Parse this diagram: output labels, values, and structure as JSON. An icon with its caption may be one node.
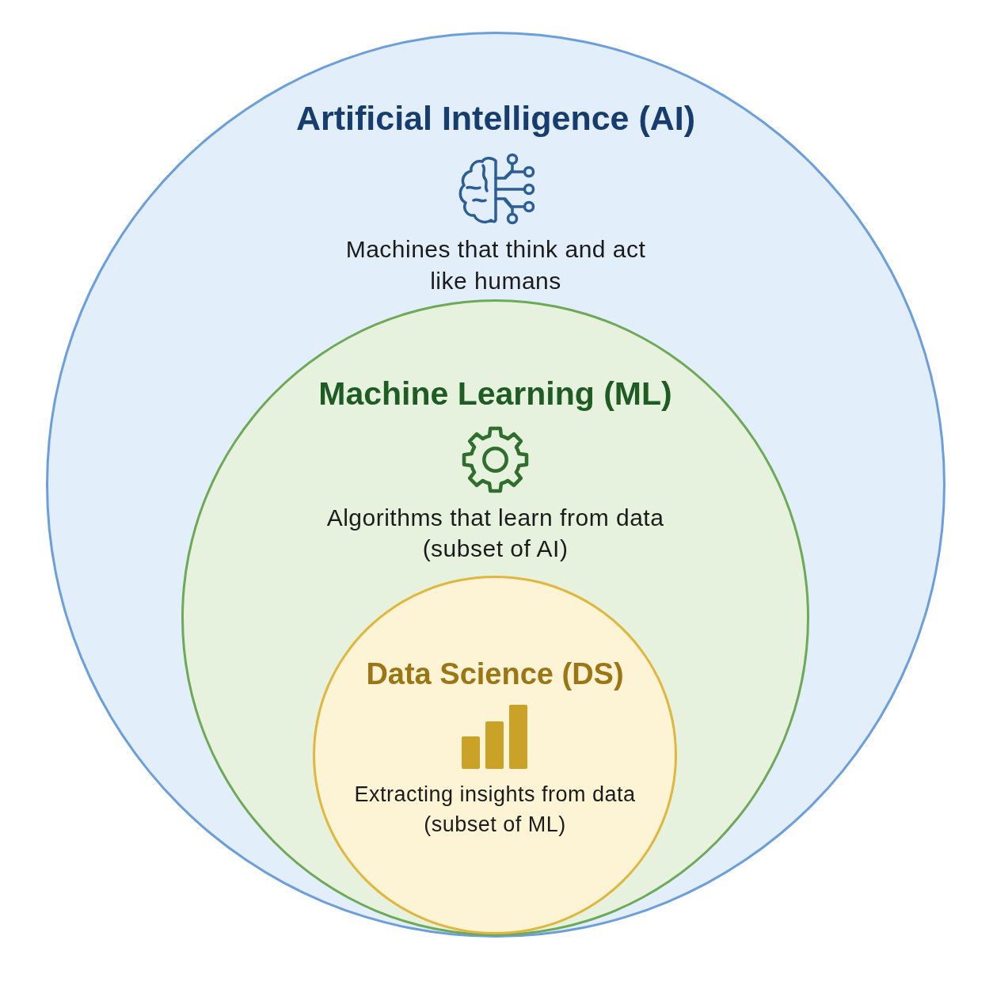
{
  "diagram": {
    "nodes": [
      {
        "text": [
          "Artificial Intelligence (AI)",
          "Machines that think and act like humans"
        ]
      },
      {
        "text": [
          "Machine Learning (ML)",
          "Algorithms that learn from data (subset of AI)"
        ],
        "in": 0
      },
      {
        "text": [
          "Data Science (DS)",
          "Extracting insights from data (subset of ML)"
        ],
        "in": 1
      }
    ]
  }
}
